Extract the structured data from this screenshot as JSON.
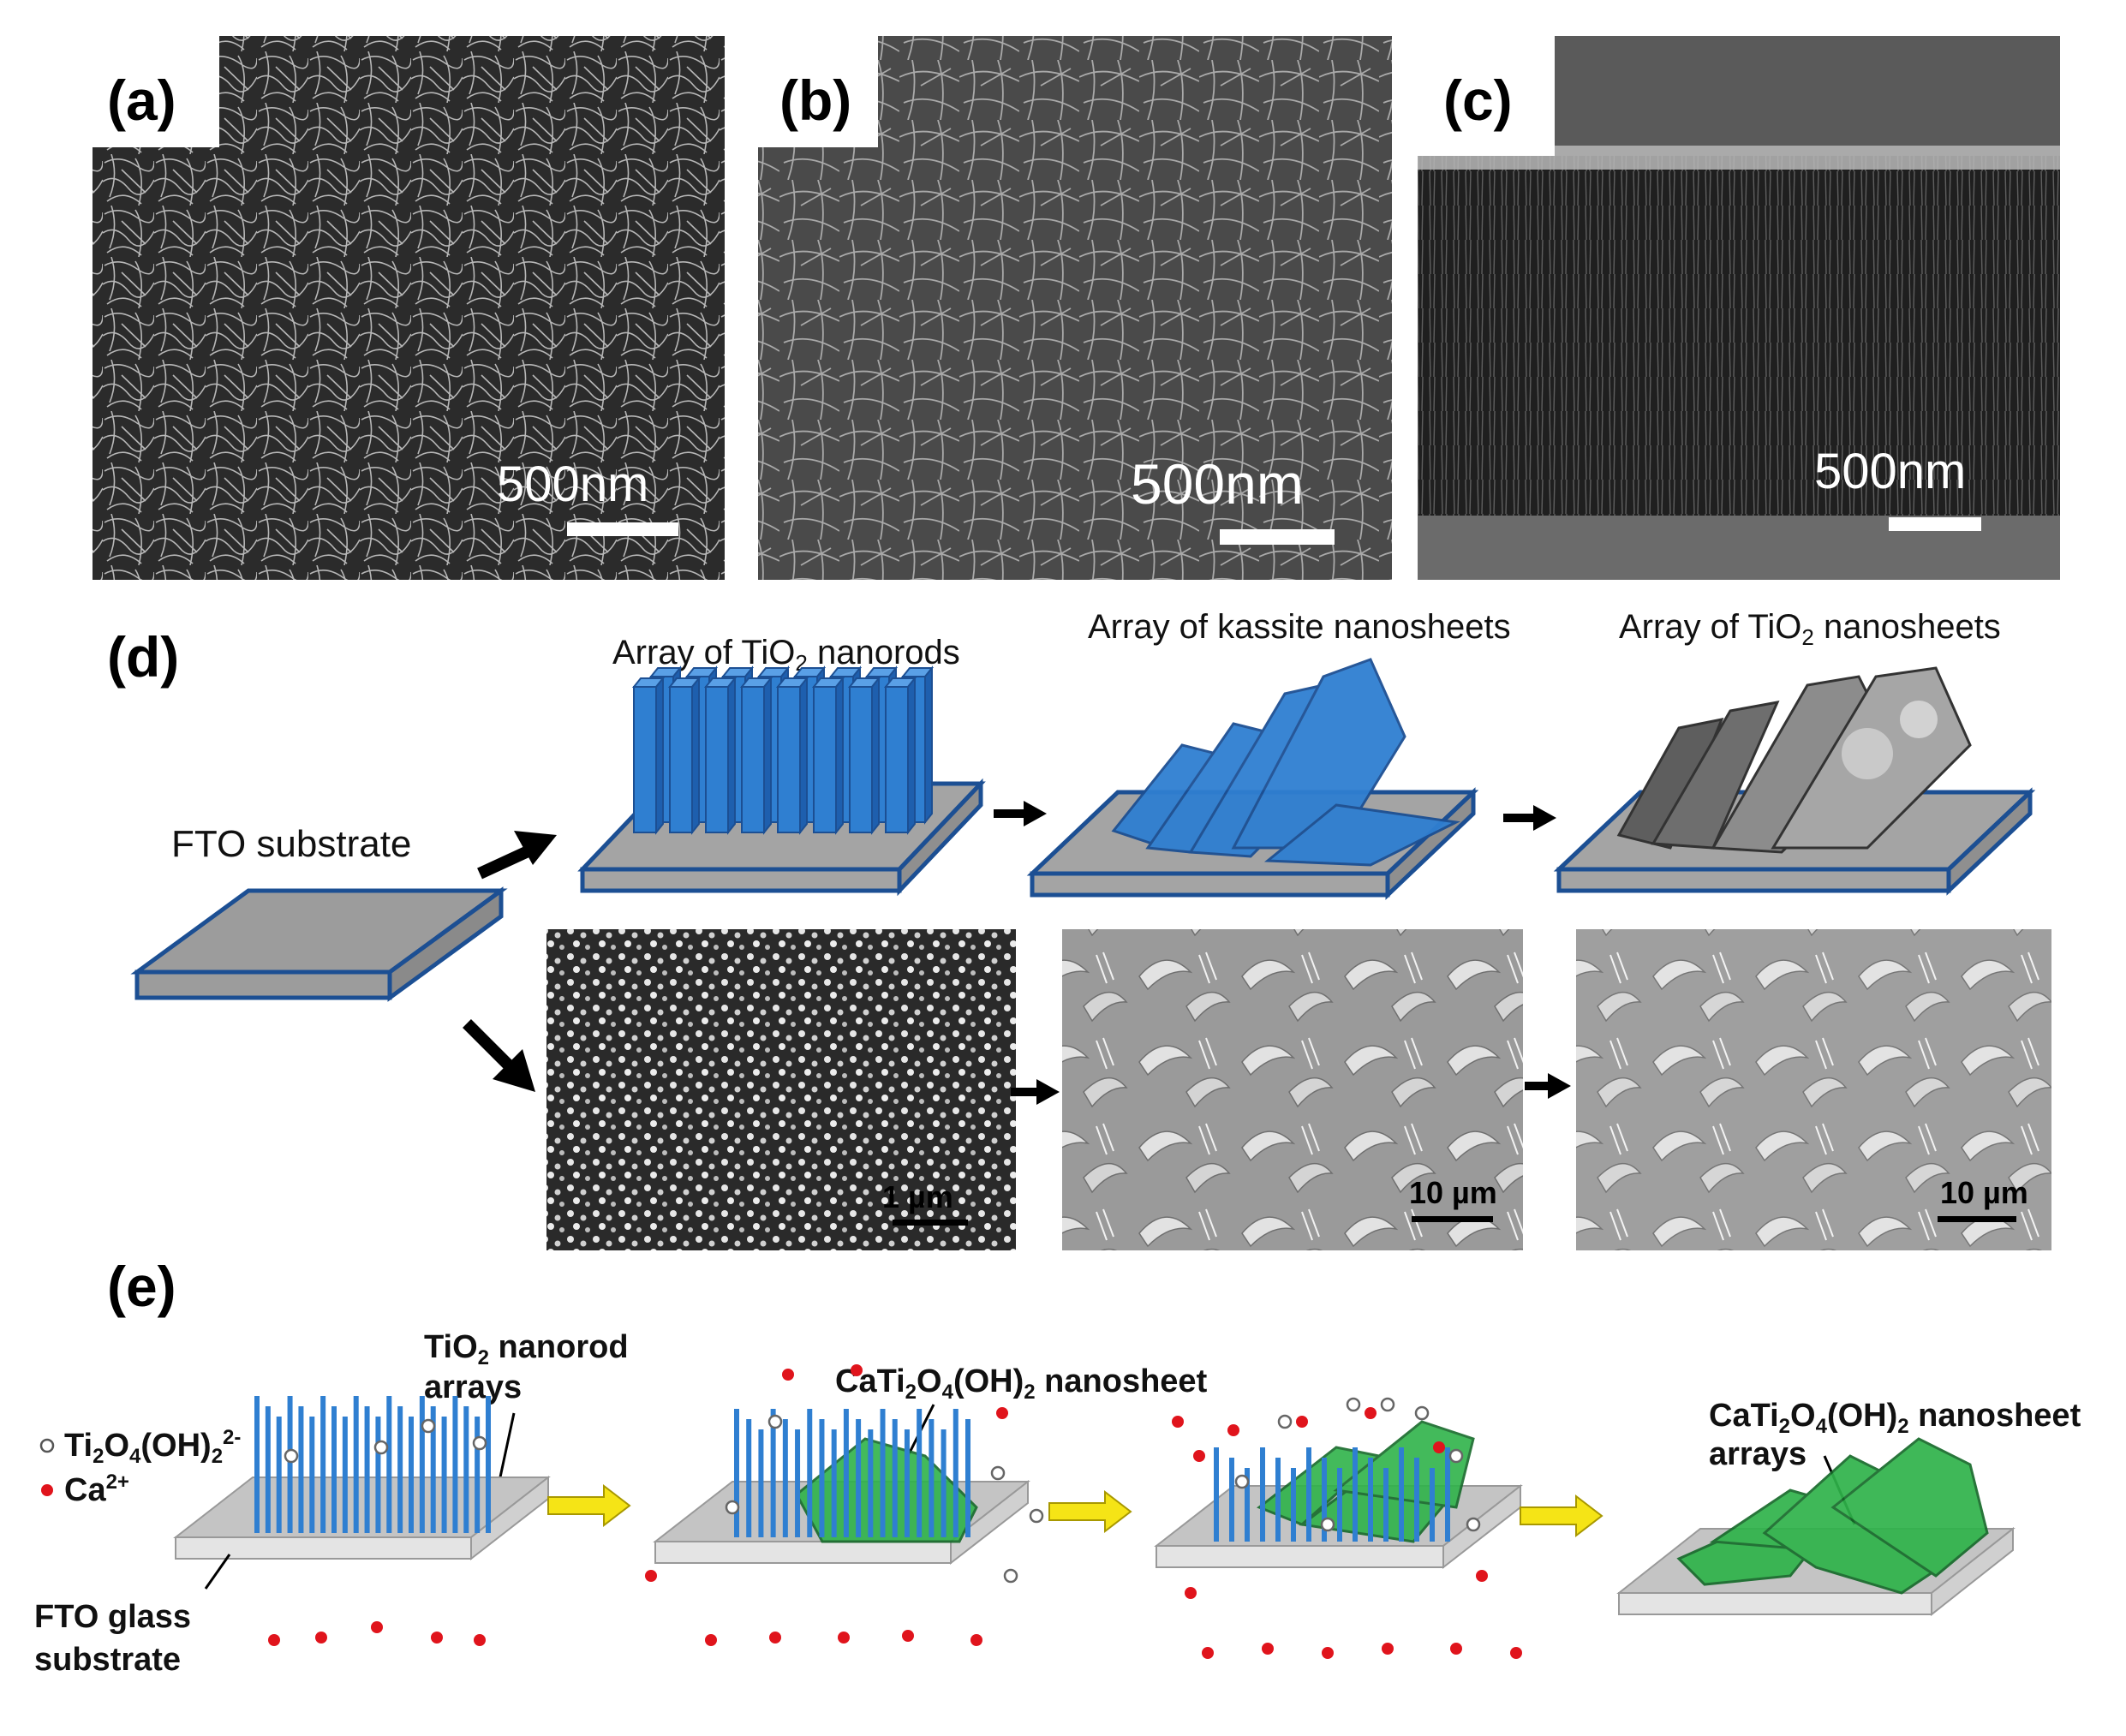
{
  "panels": {
    "a": {
      "label": "(a)",
      "scale": "500nm"
    },
    "b": {
      "label": "(b)",
      "scale": "500nm"
    },
    "c": {
      "label": "(c)",
      "scale": "500nm"
    }
  },
  "d": {
    "label": "(d)",
    "substrate": "FTO substrate",
    "nanorods_pre": "Array of TiO",
    "nanorods_sub": "2",
    "nanorods_post": " nanorods",
    "kassite": "Array of kassite nanosheets",
    "nanosheets_pre": "Array of TiO",
    "nanosheets_sub": "2",
    "nanosheets_post": " nanosheets",
    "scale1": "1 µm",
    "scale2": "10 µm",
    "scale3": "10 µm"
  },
  "e": {
    "label": "(e)",
    "ion1_a": "Ti",
    "ion1_b": "2",
    "ion1_c": "O",
    "ion1_d": "4",
    "ion1_e": "(OH)",
    "ion1_f": "2",
    "ion1_g": "2-",
    "ion2_a": "Ca",
    "ion2_b": "2+",
    "rods1_a": "TiO",
    "rods1_b": "2",
    "rods1_c": " nanorod",
    "rods2": "arrays",
    "sheet_a": "CaTi",
    "sheet_b": "2",
    "sheet_c": "O",
    "sheet_d": "4",
    "sheet_e": "(OH)",
    "sheet_f": "2",
    "sheet_g": " nanosheet",
    "arr_a": "CaTi",
    "arr_b": "2",
    "arr_c": "O",
    "arr_d": "4",
    "arr_e": "(OH)",
    "arr_f": "2",
    "arr_g": " nanosheet",
    "arr2": "arrays",
    "fto1": "FTO glass",
    "fto2": "substrate"
  },
  "colors": {
    "blue": "#2f7fd1",
    "blue_edge": "#1c4f93",
    "green": "#2fb34a",
    "red": "#e0141c",
    "yellow": "#f5e416",
    "gray": "#bdbdbd"
  }
}
